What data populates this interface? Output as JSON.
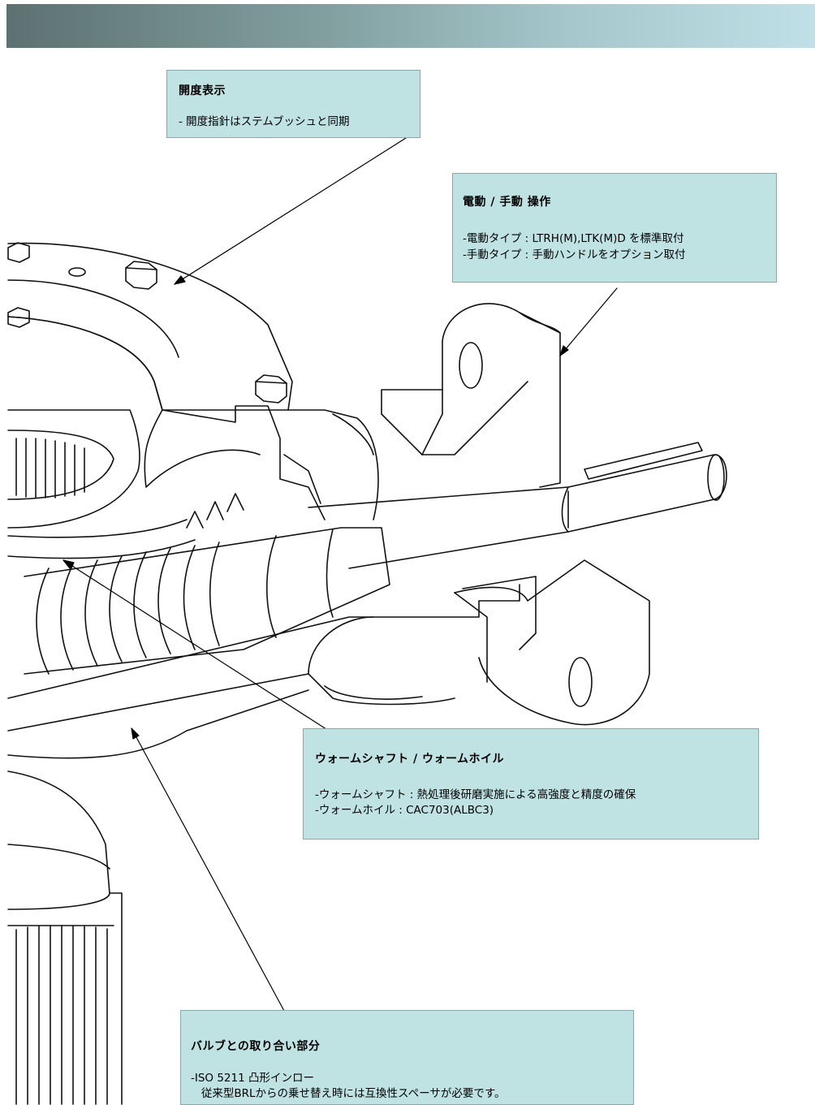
{
  "callouts": {
    "opening_indicator": {
      "title": "開度表示",
      "lines": [
        "- 開度指針はステムブッシュと同期"
      ]
    },
    "operation": {
      "title": "電動 / 手動 操作",
      "lines": [
        "-電動タイプ : LTRH(M),LTK(M)D を標準取付",
        "-手動タイプ : 手動ハンドルをオプション取付"
      ]
    },
    "worm": {
      "title": "ウォームシャフト / ウォームホイル",
      "lines": [
        "-ウォームシャフト :  熱処理後研磨実施による高強度と精度の確保",
        "-ウォームホイル : CAC703(ALBC3)"
      ]
    },
    "valve_interface": {
      "title": "バルブとの取り合い部分",
      "lines": [
        "-ISO 5211  凸形インロー",
        "   従来型BRLからの乗せ替え時には互換性スペーサが必要です。"
      ]
    }
  },
  "colors": {
    "callout_bg": "#bfe2e3",
    "header_dark": "#5d7171",
    "header_light": "#bfe0e6"
  }
}
